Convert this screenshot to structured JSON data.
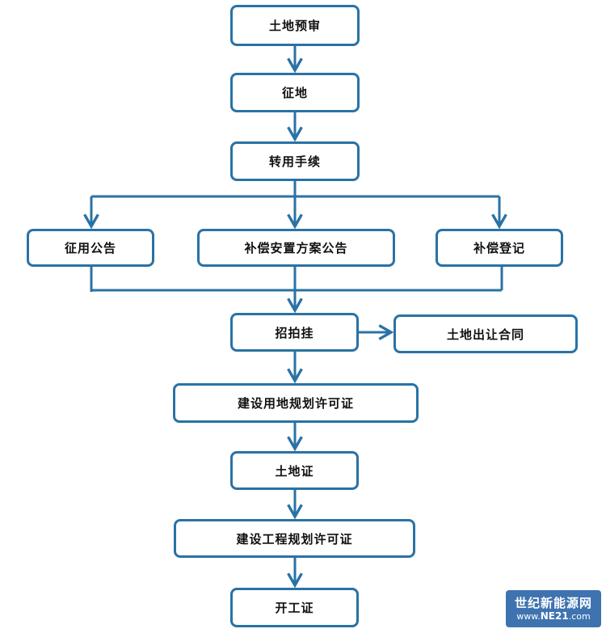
{
  "diagram": {
    "type": "flowchart",
    "line_color": "#2a72a5",
    "nodes": {
      "land_pre_review": "土地预审",
      "land_acquisition": "征地",
      "conversion_procedures": "转用手续",
      "acquisition_notice": "征用公告",
      "compensation_resettlement_notice": "补偿安置方案公告",
      "compensation_registration": "补偿登记",
      "auction_listing": "招拍挂",
      "land_transfer_contract": "土地出让合同",
      "land_use_planning_permit": "建设用地规划许可证",
      "land_certificate": "土地证",
      "construction_planning_permit": "建设工程规划许可证",
      "construction_start_permit": "开工证"
    },
    "edges": [
      [
        "land_pre_review",
        "land_acquisition"
      ],
      [
        "land_acquisition",
        "conversion_procedures"
      ],
      [
        "conversion_procedures",
        "acquisition_notice"
      ],
      [
        "conversion_procedures",
        "compensation_resettlement_notice"
      ],
      [
        "conversion_procedures",
        "compensation_registration"
      ],
      [
        "acquisition_notice",
        "auction_listing"
      ],
      [
        "compensation_resettlement_notice",
        "auction_listing"
      ],
      [
        "compensation_registration",
        "auction_listing"
      ],
      [
        "auction_listing",
        "land_transfer_contract"
      ],
      [
        "auction_listing",
        "land_use_planning_permit"
      ],
      [
        "land_use_planning_permit",
        "land_certificate"
      ],
      [
        "land_certificate",
        "construction_planning_permit"
      ],
      [
        "construction_planning_permit",
        "construction_start_permit"
      ]
    ]
  },
  "watermark": {
    "title": "世纪新能源网",
    "url_prefix": "www.",
    "url_brand": "NE21",
    "url_suffix": ".com",
    "background": "#3f73b0"
  }
}
